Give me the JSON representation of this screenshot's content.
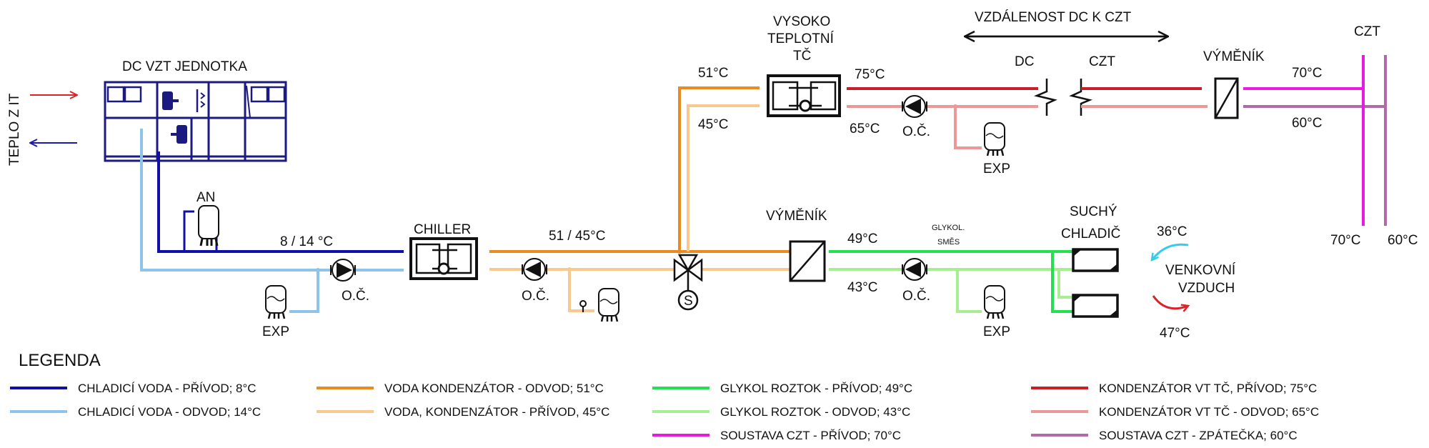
{
  "colors": {
    "chw_supply": "#1010a8",
    "chw_return": "#8ec4ec",
    "cond_out": "#ea8a22",
    "cond_in": "#f7c98e",
    "glycol_supply": "#22e050",
    "glycol_return": "#a6ef90",
    "czt_supply": "#e81ce0",
    "czt_return": "#b06aa8",
    "vt_supply": "#c81e26",
    "vt_return": "#ec9898",
    "hot_arrow": "#d8242a",
    "cold_arrow": "#1a1ab0",
    "air_cold": "#33ccee",
    "air_hot": "#d8242a",
    "symbol": "#111111"
  },
  "labels": {
    "teplo_z_it": "TEPLO Z IT",
    "dc_vzt": "DC VZT JEDNOTKA",
    "an": "AN",
    "chw_temp": "8 / 14 °C",
    "chiller": "CHILLER",
    "oc1": "O.Č.",
    "exp1": "EXP",
    "cond_temp": "51 / 45°C",
    "oc2": "O.Č.",
    "vt_title_1": "VYSOKO",
    "vt_title_2": "TEPLOTNÍ",
    "vt_title_3": "TČ",
    "t51": "51°C",
    "t45": "45°C",
    "t75": "75°C",
    "t65": "65°C",
    "oc3": "O.Č.",
    "exp3": "EXP",
    "distance": "VZDÁLENOST DC K CZT",
    "dc": "DC",
    "czt_break": "CZT",
    "vymenik_top": "VÝMĚNÍK",
    "t70": "70°C",
    "t60": "60°C",
    "czt_title": "CZT",
    "czt_bottom_70": "70°C",
    "czt_bottom_60": "60°C",
    "vymenik_mid": "VÝMĚNÍK",
    "t49": "49°C",
    "t43": "43°C",
    "glykol_1": "GLYKOL.",
    "glykol_2": "SMĚS",
    "oc4": "O.Č.",
    "exp4": "EXP",
    "suchy_1": "SUCHÝ",
    "suchy_2": "CHLADIČ",
    "t36": "36°C",
    "venkovni_1": "VENKOVNÍ",
    "venkovni_2": "VZDUCH",
    "t47": "47°C",
    "valve_s": "S"
  },
  "legend": {
    "title": "LEGENDA",
    "items": [
      {
        "key": "chw_supply",
        "text": "CHLADICÍ VODA - PŘÍVOD; 8°C"
      },
      {
        "key": "chw_return",
        "text": "CHLADICÍ VODA - ODVOD; 14°C"
      },
      {
        "key": "cond_out",
        "text": "VODA KONDENZÁTOR - ODVOD; 51°C"
      },
      {
        "key": "cond_in",
        "text": "VODA, KONDENZÁTOR - PŘÍVOD, 45°C"
      },
      {
        "key": "glycol_supply",
        "text": "GLYKOL ROZTOK - PŘÍVOD; 49°C"
      },
      {
        "key": "glycol_return",
        "text": "GLYKOL ROZTOK - ODVOD; 43°C"
      },
      {
        "key": "czt_supply",
        "text": "SOUSTAVA CZT - PŘÍVOD; 70°C"
      },
      {
        "key": "vt_supply",
        "text": "KONDENZÁTOR VT TČ, PŘÍVOD; 75°C"
      },
      {
        "key": "vt_return",
        "text": "KONDENZÁTOR VT TČ - ODVOD; 65°C"
      },
      {
        "key": "czt_return",
        "text": "SOUSTAVA CZT - ZPÁTEČKA; 60°C"
      }
    ]
  }
}
